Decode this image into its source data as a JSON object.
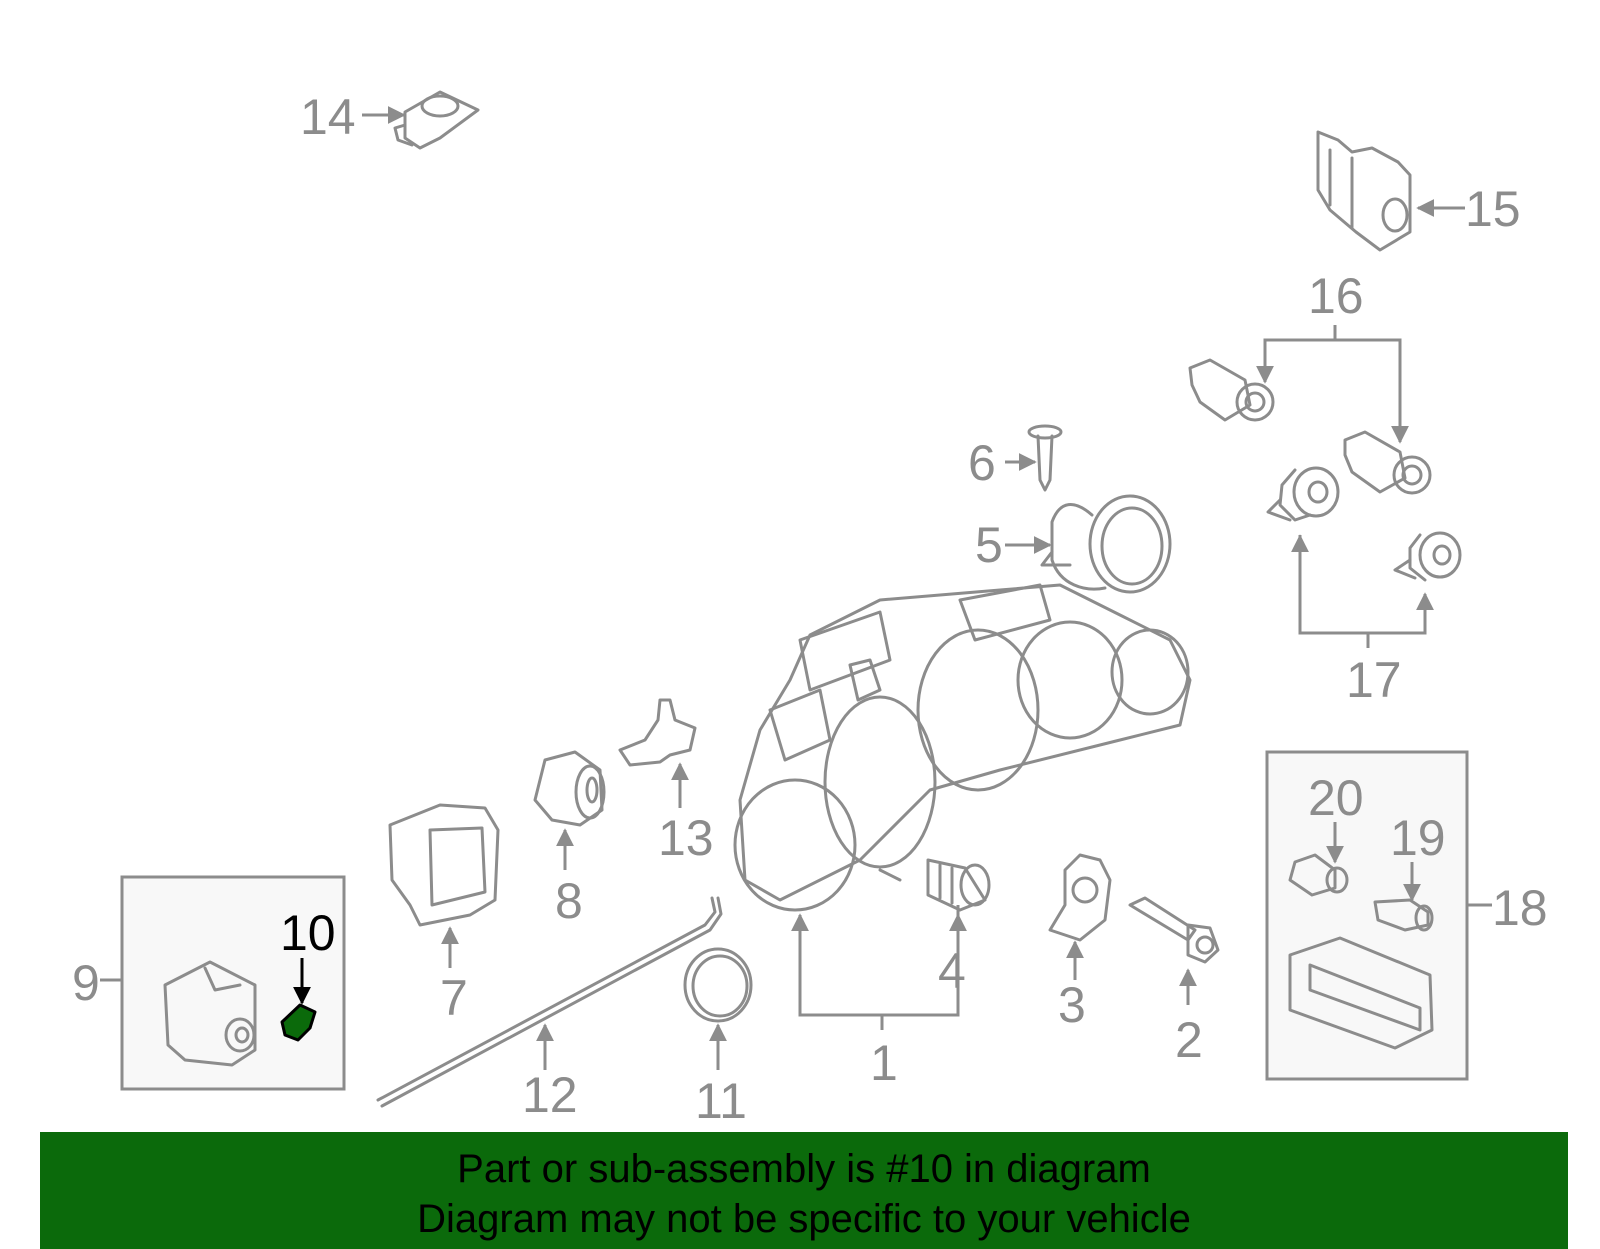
{
  "callouts": {
    "c1": "1",
    "c2": "2",
    "c3": "3",
    "c4": "4",
    "c5": "5",
    "c6": "6",
    "c7": "7",
    "c8": "8",
    "c9": "9",
    "c10": "10",
    "c11": "11",
    "c12": "12",
    "c13": "13",
    "c14": "14",
    "c15": "15",
    "c16": "16",
    "c17": "17",
    "c18": "18",
    "c19": "19",
    "c20": "20"
  },
  "highlight": {
    "part": "10",
    "color": "#0b6a0b"
  },
  "banner": {
    "line1": "Part or sub-assembly is #10 in diagram",
    "line2": "Diagram may not be specific to your vehicle",
    "color": "#0b6a0b"
  }
}
